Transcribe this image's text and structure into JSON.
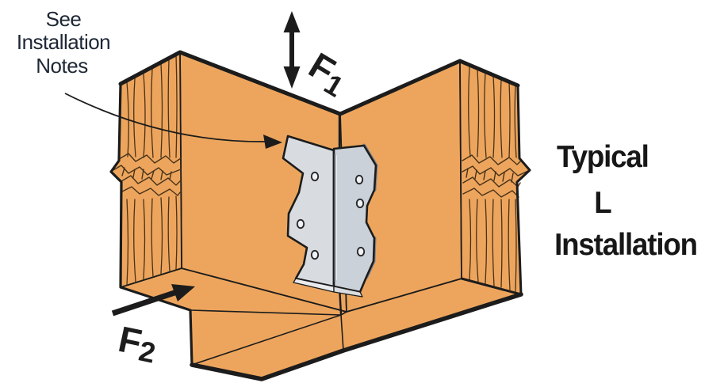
{
  "illustration": {
    "notes_label": {
      "line1": "See",
      "line2": "Installation",
      "line3": "Notes"
    },
    "force1": {
      "main": "F",
      "sub": "1"
    },
    "force2": {
      "main": "F",
      "sub": "2"
    },
    "title": {
      "line1": "Typical",
      "line2": "L",
      "line3": "Installation"
    },
    "icons": {
      "leader": "leader-arrow-icon",
      "force1": "double-arrow-vertical-icon",
      "force2": "arrow-up-right-icon"
    },
    "colors": {
      "wood": "#EDA55D",
      "outline": "#1C1C1C",
      "grain": "#47321A",
      "bracket": "#CBD1D8",
      "bracket_left": "#D8DCE1",
      "bracket_shadow": "#7E858E",
      "bracket_highlight": "#E9EBEE",
      "label_color": "#1E2735",
      "title_color": "#171717"
    }
  }
}
